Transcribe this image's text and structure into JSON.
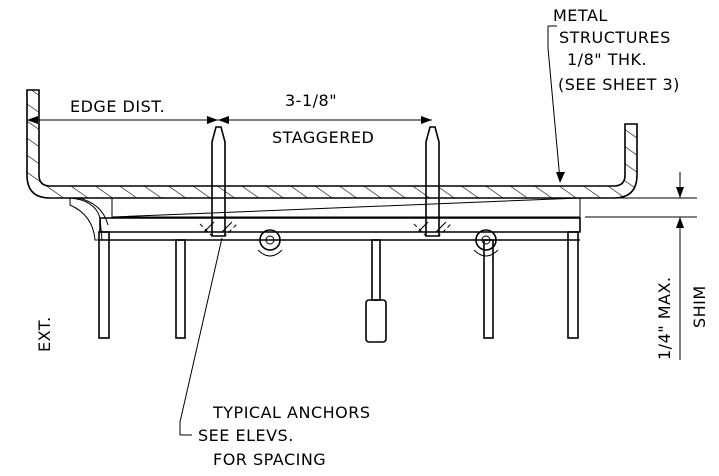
{
  "labels": {
    "metal_structures": "METAL",
    "metal_structures_2": "STRUCTURES",
    "thickness": "1/8\" THK.",
    "see_sheet": "(SEE SHEET 3)",
    "edge_dist": "EDGE DIST.",
    "spacing_dim": "3-1/8\"",
    "staggered": "STAGGERED",
    "ext": "EXT.",
    "max_dim": "1/4\" MAX.",
    "shim": "SHIM",
    "anchors_1": "TYPICAL ANCHORS",
    "anchors_2": "SEE ELEVS.",
    "anchors_3": "FOR SPACING"
  }
}
